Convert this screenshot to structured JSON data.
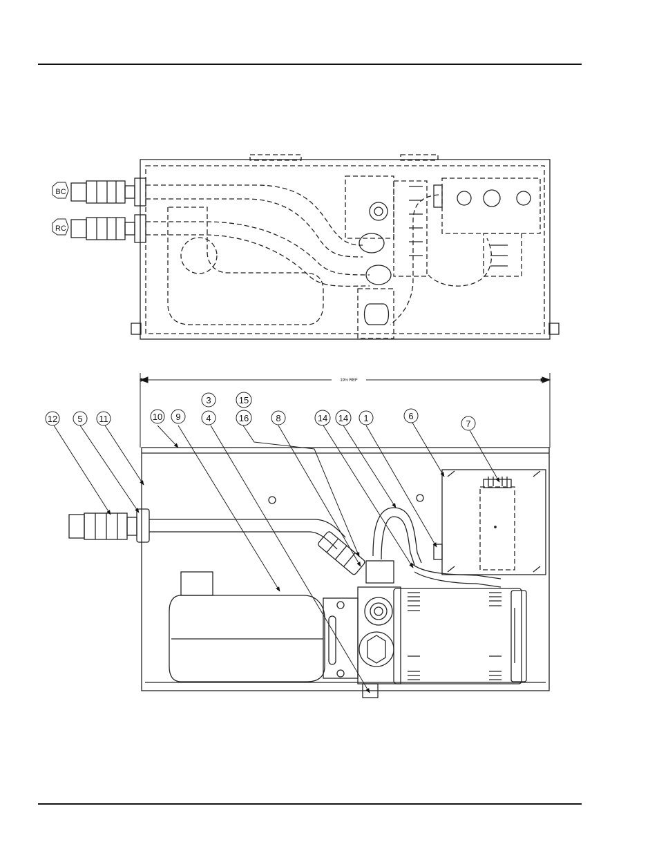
{
  "top_view": {
    "port_labels": [
      "BC",
      "RC"
    ]
  },
  "front_view": {
    "dimension_label": "19½ REF",
    "callouts": [
      "12",
      "5",
      "11",
      "10",
      "9",
      "3",
      "4",
      "15",
      "16",
      "8",
      "14",
      "14",
      "1",
      "6",
      "7"
    ]
  }
}
